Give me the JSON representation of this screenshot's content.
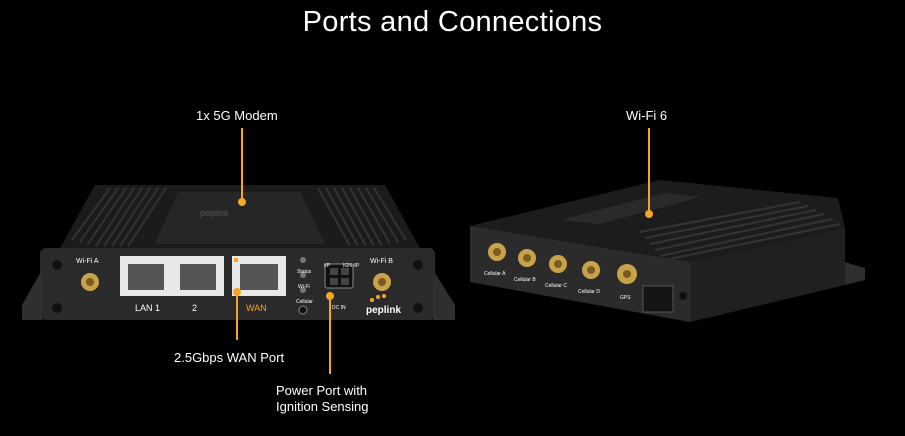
{
  "page": {
    "title": "Ports and Connections"
  },
  "callouts": {
    "modem": "1x 5G Modem",
    "wifi": "Wi-Fi 6",
    "wan_port": "2.5Gbps WAN Port",
    "power_line1": "Power Port with",
    "power_line2": "Ignition Sensing"
  },
  "front_device": {
    "brand": "peplink",
    "ant_left": "Wi-Fi A",
    "ant_right": "Wi-Fi B",
    "port_labels": [
      "LAN 1",
      "2",
      "WAN"
    ],
    "leds": [
      "Status",
      "Wi-Fi",
      "Cellular"
    ],
    "pwr": [
      "I/P",
      "IGN I/P",
      "DC IN"
    ]
  },
  "side_device": {
    "antennas": [
      "Cellular A",
      "Cellular B",
      "Cellular C",
      "Cellular D",
      "GPS"
    ]
  },
  "colors": {
    "accent": "#f5a623",
    "body": "#2b2b2b",
    "fin": "#1e1e1e"
  }
}
